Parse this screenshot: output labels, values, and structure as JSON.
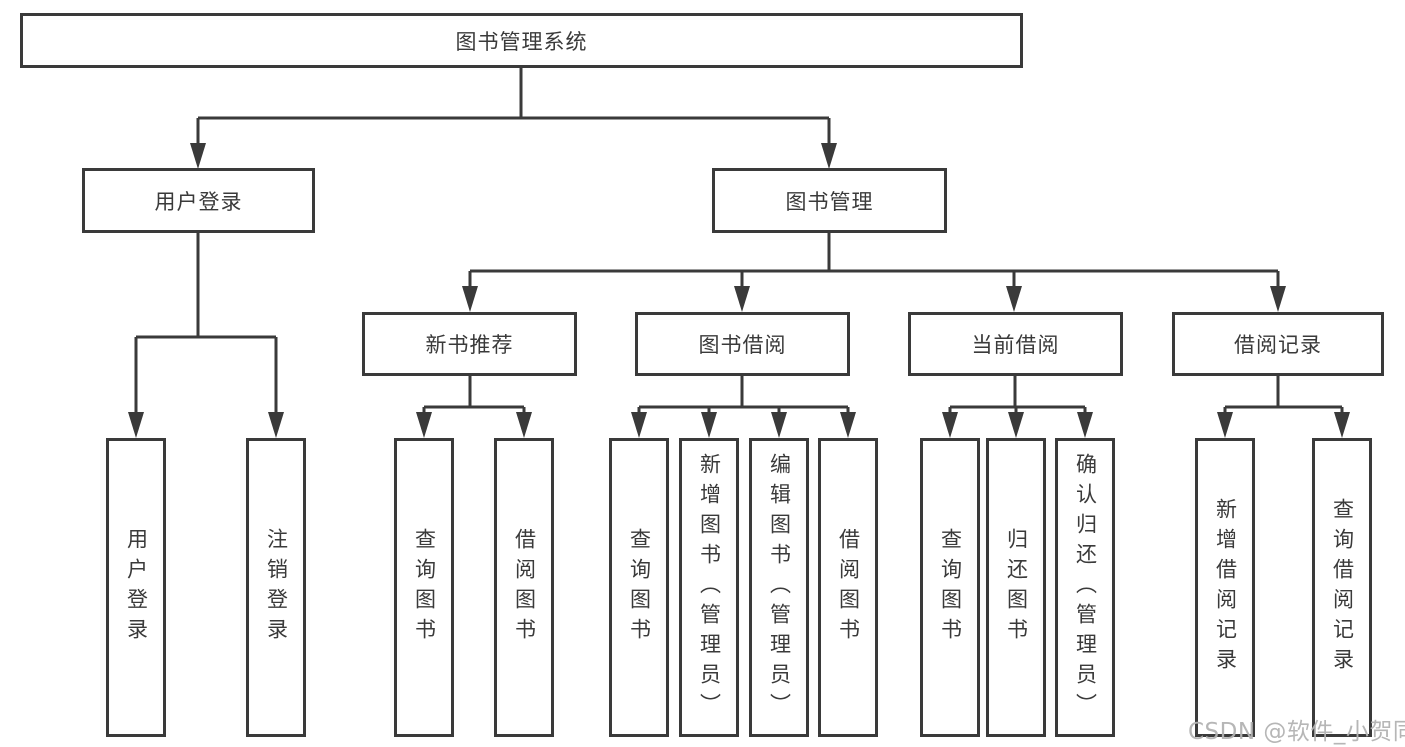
{
  "diagram": {
    "root": {
      "label": "图书管理系统"
    },
    "branches": [
      {
        "label": "用户登录",
        "children": [
          {
            "label": "用户登录"
          },
          {
            "label": "注销登录"
          }
        ]
      },
      {
        "label": "图书管理",
        "children": [
          {
            "label": "新书推荐",
            "children": [
              {
                "label": "查询图书"
              },
              {
                "label": "借阅图书"
              }
            ]
          },
          {
            "label": "图书借阅",
            "children": [
              {
                "label": "查询图书"
              },
              {
                "label": "新增图书（管理员）"
              },
              {
                "label": "编辑图书（管理员）"
              },
              {
                "label": "借阅图书"
              }
            ]
          },
          {
            "label": "当前借阅",
            "children": [
              {
                "label": "查询图书"
              },
              {
                "label": "归还图书"
              },
              {
                "label": "确认归还（管理员）"
              }
            ]
          },
          {
            "label": "借阅记录",
            "children": [
              {
                "label": "新增借阅记录"
              },
              {
                "label": "查询借阅记录"
              }
            ]
          }
        ]
      }
    ]
  },
  "watermark": {
    "text": "CSDN @软件_小贺同学"
  },
  "colors": {
    "line": "#3a3a3a",
    "box_border": "#3a3a3a",
    "text": "#3a3a3a",
    "background": "#ffffff",
    "watermark": "#b2b2b2"
  }
}
